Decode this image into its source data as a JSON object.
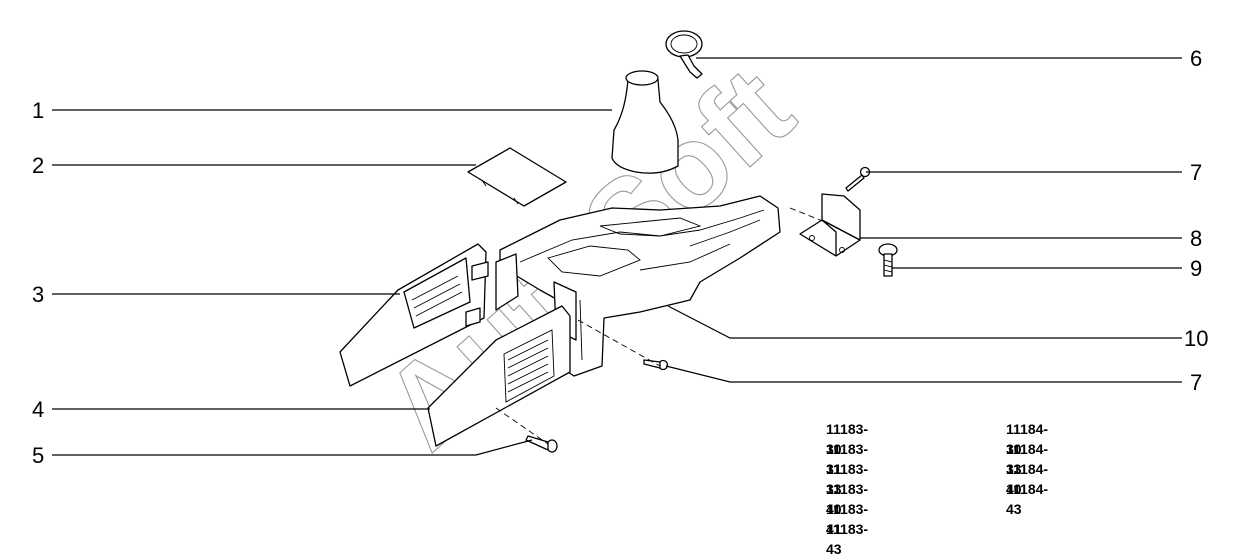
{
  "watermark": "AutoSoft",
  "callouts": [
    "1",
    "2",
    "3",
    "4",
    "5",
    "6",
    "7",
    "8",
    "9",
    "10",
    "7"
  ],
  "part_numbers": {
    "left": [
      "11183-30",
      "11183-31",
      "11183-33",
      "11183-40",
      "11183-41",
      "11183-43"
    ],
    "right": [
      "11184-30",
      "11184-33",
      "11184-40",
      "11184-43"
    ]
  }
}
